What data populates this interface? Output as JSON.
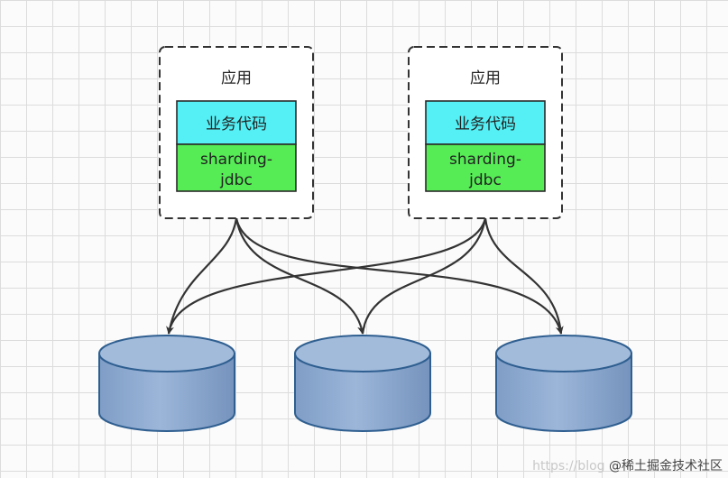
{
  "apps": [
    {
      "title": "应用",
      "business_layer": "业务代码",
      "sharding_line1": "sharding-",
      "sharding_line2": "jdbc"
    },
    {
      "title": "应用",
      "business_layer": "业务代码",
      "sharding_line1": "sharding-",
      "sharding_line2": "jdbc"
    }
  ],
  "databases": [
    {
      "label": ""
    },
    {
      "label": ""
    },
    {
      "label": ""
    }
  ],
  "colors": {
    "business_layer": "#55f0f5",
    "sharding_layer": "#55ec55",
    "layer_border": "#2a2a2a",
    "app_border": "#333333",
    "cylinder_top": "#a2bbdb",
    "cylinder_body": "#8fabd0",
    "cylinder_stroke": "#2f5f90",
    "connector": "#333333"
  },
  "watermark": {
    "faint": "https://blog",
    "main": "@稀土掘金技术社区"
  }
}
